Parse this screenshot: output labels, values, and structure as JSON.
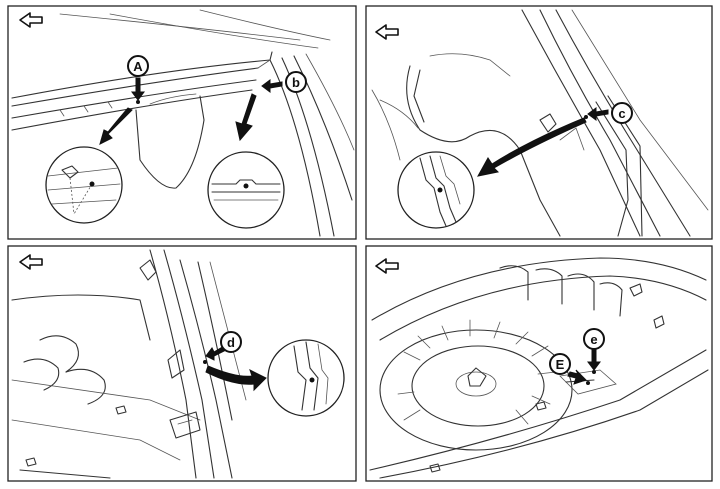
{
  "callouts": {
    "A": "A",
    "b": "b",
    "c": "c",
    "d": "d",
    "e": "e",
    "E": "E"
  }
}
